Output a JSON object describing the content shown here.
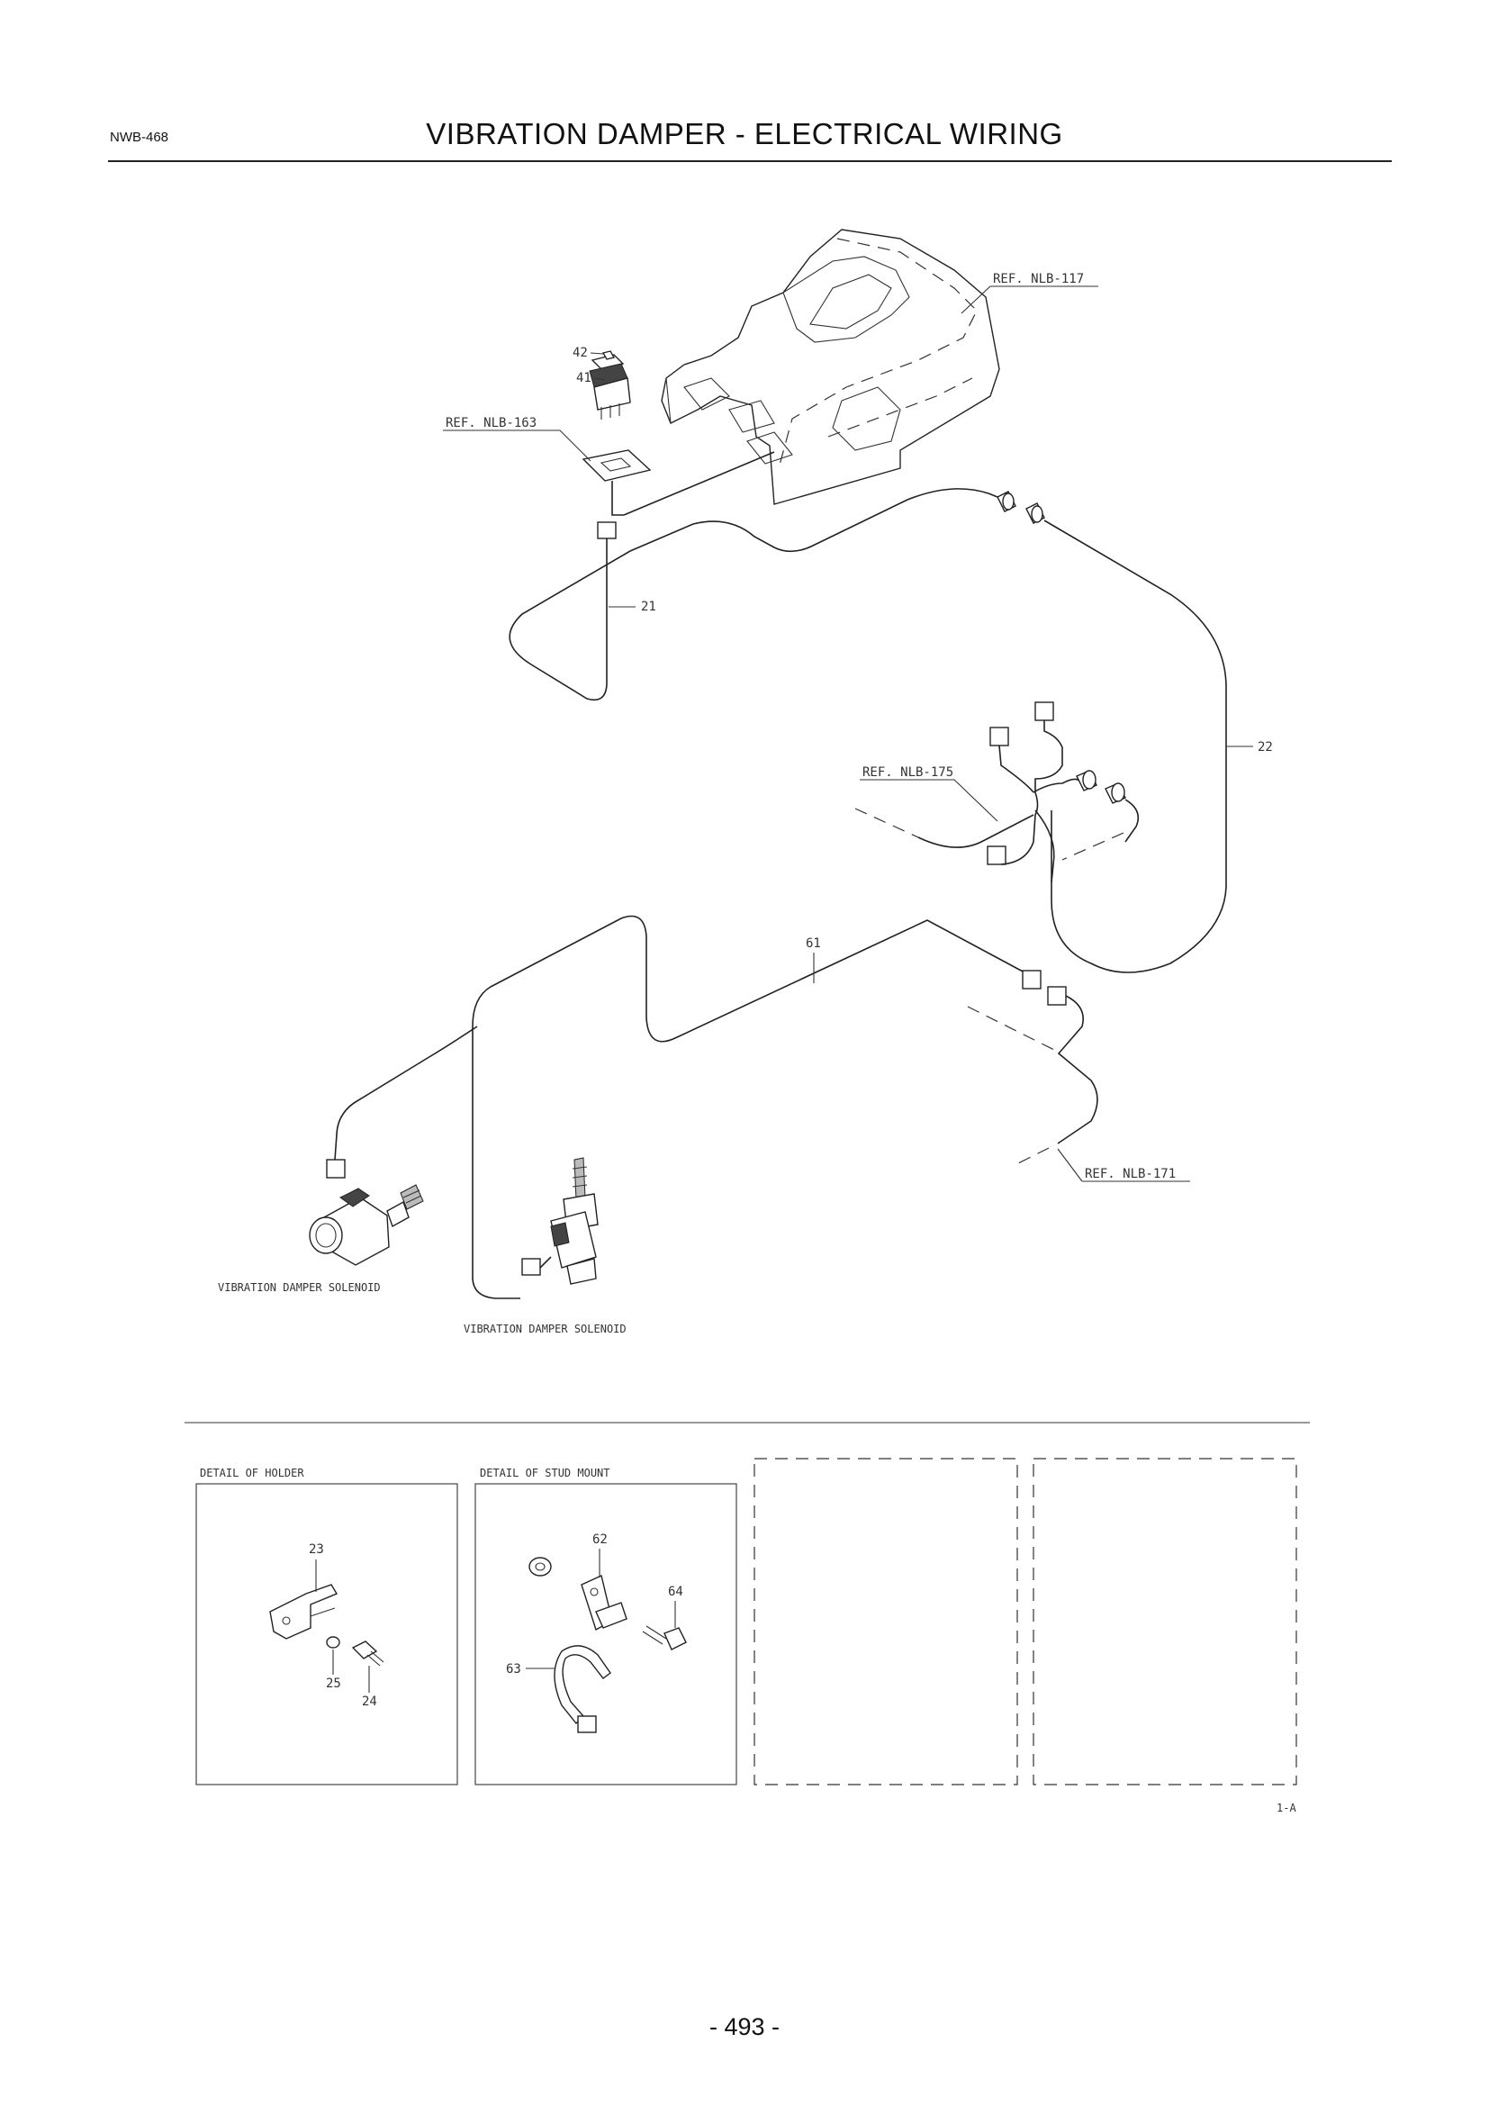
{
  "header": {
    "code": "NWB-468",
    "title": "VIBRATION DAMPER - ELECTRICAL WIRING"
  },
  "diagram": {
    "refs": {
      "nlb117": "REF. NLB-117",
      "nlb163": "REF. NLB-163",
      "nlb175": "REF. NLB-175",
      "nlb171": "REF. NLB-171"
    },
    "callouts": {
      "p42": "42",
      "p41": "41",
      "p21": "21",
      "p22": "22",
      "p61": "61"
    },
    "solenoid_left_label": "VIBRATION DAMPER SOLENOID",
    "solenoid_right_label": "VIBRATION DAMPER SOLENOID"
  },
  "details": {
    "holder": {
      "title": "DETAIL OF HOLDER",
      "callouts": {
        "p23": "23",
        "p25": "25",
        "p24": "24"
      }
    },
    "stud_mount": {
      "title": "DETAIL OF STUD MOUNT",
      "callouts": {
        "p62": "62",
        "p64": "64",
        "p63": "63"
      }
    },
    "figure_code": "1-A"
  },
  "footer": {
    "page_number": "- 493 -"
  }
}
